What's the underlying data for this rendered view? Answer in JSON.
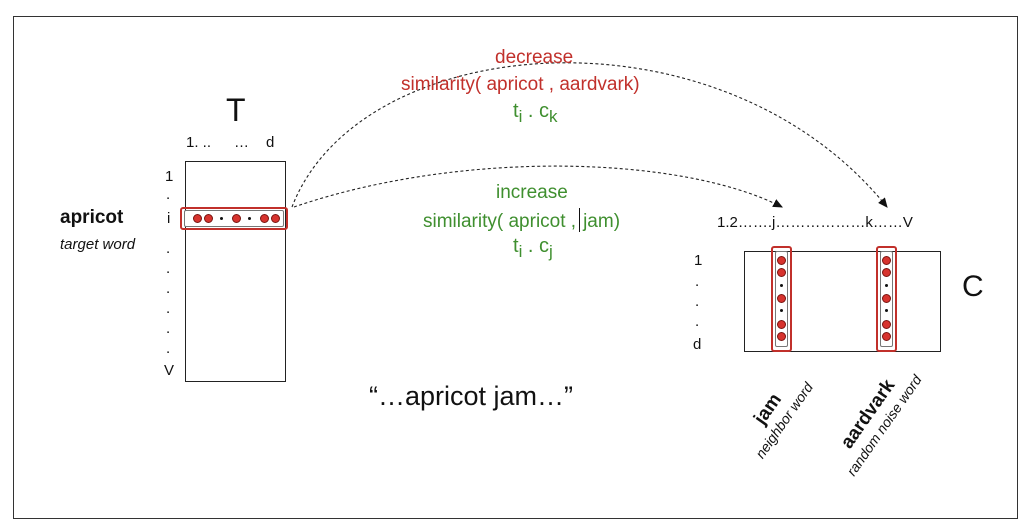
{
  "quote": "“…apricot jam…”",
  "matrix_T": {
    "label": "T",
    "col_header_1": "1. ..",
    "col_header_2": "…",
    "col_header_3": "d",
    "row_labels": [
      "1",
      ".",
      "i",
      ".",
      ".",
      ".",
      ".",
      ".",
      ".",
      "V"
    ]
  },
  "target": {
    "word": "apricot",
    "role": "target word"
  },
  "matrix_C": {
    "label": "C",
    "col_header": "1.2…….j………………k……V",
    "row_labels": [
      "1",
      ".",
      ".",
      ".",
      "d"
    ]
  },
  "neighbor": {
    "word": "jam",
    "role": "neighbor word"
  },
  "noise": {
    "word": "aardvark",
    "role": "random noise word"
  },
  "decrease": {
    "verb": "decrease",
    "formula": "similarity( apricot , aardvark)",
    "dot_t": "t",
    "dot_i": "i",
    "dot_op": " . c",
    "dot_k": "k"
  },
  "increase": {
    "verb": "increase",
    "formula_left": "similarity( apricot ,",
    "formula_right": "jam)",
    "dot_t": "t",
    "dot_i": "i",
    "dot_op": " . c",
    "dot_j": "j"
  },
  "colors": {
    "red": "#c1302b",
    "green": "#3f8f2f"
  }
}
